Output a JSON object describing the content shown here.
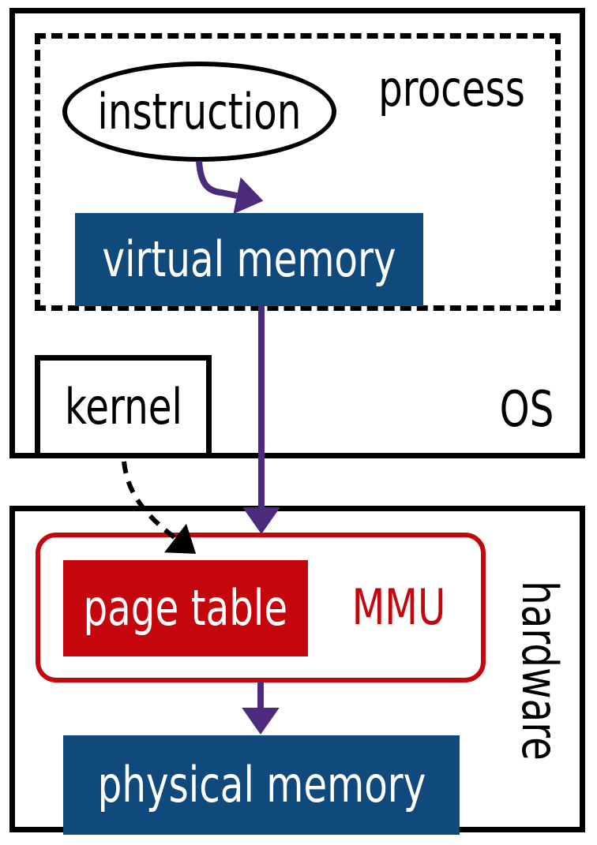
{
  "diagram_title": "virtual memory translation diagram",
  "os": {
    "label": "OS",
    "kernel_label": "kernel"
  },
  "process": {
    "label": "process",
    "instruction_label": "instruction",
    "virtual_memory_label": "virtual memory"
  },
  "hardware": {
    "label": "hardware",
    "mmu_label": "MMU",
    "page_table_label": "page table",
    "physical_memory_label": "physical memory"
  },
  "arrows": [
    {
      "name": "instruction-to-virtual-memory",
      "style": "solid",
      "color_key": "arrow_purple"
    },
    {
      "name": "virtual-memory-to-mmu",
      "style": "solid",
      "color_key": "arrow_purple"
    },
    {
      "name": "kernel-to-page-table",
      "style": "dashed",
      "color_key": "outline_black"
    },
    {
      "name": "mmu-to-physical-memory",
      "style": "solid",
      "color_key": "arrow_purple"
    }
  ],
  "colors": {
    "box_blue": "#104A7D",
    "box_red": "#C5060C",
    "arrow_purple": "#4C2A7C",
    "outline_black": "#000000"
  }
}
